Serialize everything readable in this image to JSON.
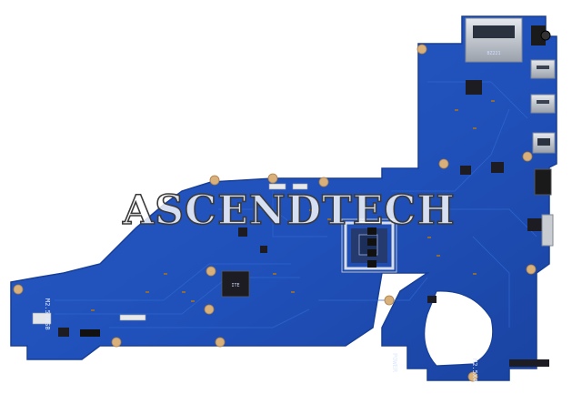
{
  "watermark": {
    "text": "ASCENDTECH"
  },
  "silkscreen": {
    "screw_left": "M2.5X4",
    "screw_right": "M2.5X4",
    "usb": "USB",
    "power": "POWER",
    "sd_label": "BZ221"
  },
  "colors": {
    "board": "#1f4fb8",
    "board_edge": "#173f97",
    "trace": "#2c63cc",
    "chip": "#1c1c22",
    "mounting_pad": "#d9b07a",
    "metal": "#c7ccd4",
    "gold": "#c99a3a"
  }
}
